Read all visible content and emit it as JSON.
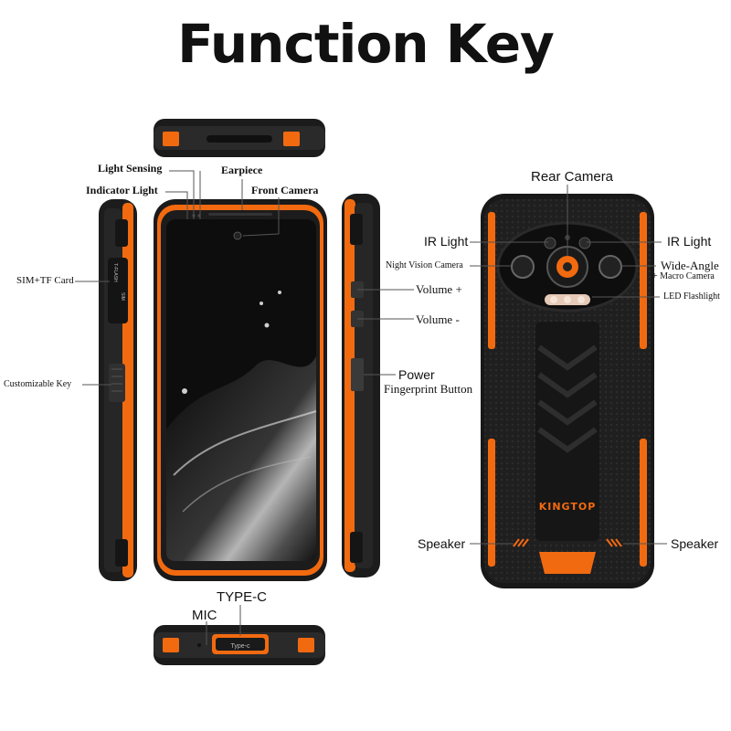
{
  "title": "Function Key",
  "colors": {
    "accent": "#f26a10",
    "body": "#1c1c1c",
    "screen": "#0d0d0d"
  },
  "labels": {
    "light_sensing": "Light Sensing",
    "earpiece": "Earpiece",
    "indicator_light": "Indicator Light",
    "front_camera": "Front Camera",
    "sim_tf_card": "SIM+TF Card",
    "customizable_key": "Customizable Key",
    "volume_up": "Volume +",
    "volume_down": "Volume -",
    "power": "Power",
    "fingerprint_button": "Fingerprint Button",
    "rear_camera": "Rear Camera",
    "ir_light_left": "IR Light",
    "ir_light_right": "IR Light",
    "night_vision_camera": "Night Vision Camera",
    "wide_angle": "Wide-Angle",
    "macro_camera": "+ Macro Camera",
    "led_flashlight": "LED Flashlight",
    "speaker_left": "Speaker",
    "speaker_right": "Speaker",
    "type_c": "TYPE-C",
    "mic": "MIC"
  },
  "phone_text": {
    "brand": "KINGTOP",
    "port_label": "Type-c",
    "slot_tflash": "T-FLASH",
    "slot_sim": "SIM"
  }
}
